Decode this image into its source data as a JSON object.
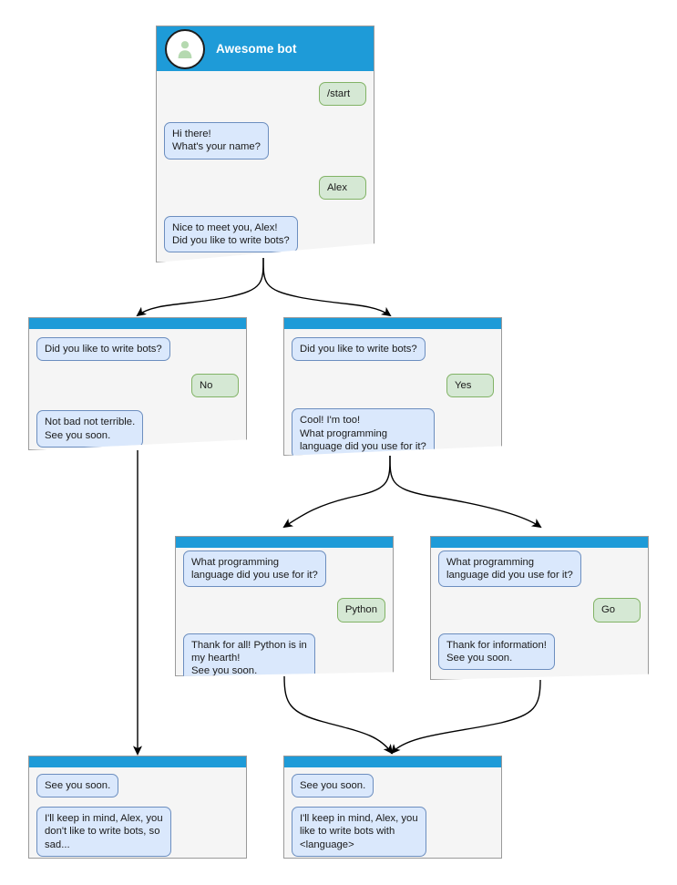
{
  "meta": {
    "title": "Awesome bot",
    "colors": {
      "header_blue": "#1e9bd8",
      "node_bg": "#f5f5f5",
      "node_border": "#9a9a9a",
      "bot_bubble_fill": "#dae8fc",
      "bot_bubble_border": "#6c8ebf",
      "user_bubble_fill": "#d5e8d4",
      "user_bubble_border": "#82b366",
      "edge_stroke": "#000000",
      "page_bg": "#ffffff"
    }
  },
  "nodes": {
    "root": {
      "header_title": "Awesome bot",
      "avatar_icon": "person-avatar-icon",
      "messages": [
        {
          "side": "right",
          "author": "user",
          "text": "/start"
        },
        {
          "side": "left",
          "author": "bot",
          "text": "Hi there!\nWhat's your name?"
        },
        {
          "side": "right",
          "author": "user",
          "text": "Alex"
        },
        {
          "side": "left",
          "author": "bot",
          "text": "Nice to meet you, Alex!\nDid you like to write bots?"
        }
      ]
    },
    "no_branch": {
      "messages": [
        {
          "side": "left",
          "author": "bot",
          "text": "Did you like to write bots?"
        },
        {
          "side": "right",
          "author": "user",
          "text": "No"
        },
        {
          "side": "left",
          "author": "bot",
          "text": "Not bad not terrible.\nSee you soon."
        }
      ]
    },
    "yes_branch": {
      "messages": [
        {
          "side": "left",
          "author": "bot",
          "text": "Did you like to write bots?"
        },
        {
          "side": "right",
          "author": "user",
          "text": "Yes"
        },
        {
          "side": "left",
          "author": "bot",
          "text": "Cool! I'm too!\nWhat programming\nlanguage did you use for it?"
        }
      ]
    },
    "python_branch": {
      "messages": [
        {
          "side": "left",
          "author": "bot",
          "text": "What programming\nlanguage did you use for it?"
        },
        {
          "side": "right",
          "author": "user",
          "text": "Python"
        },
        {
          "side": "left",
          "author": "bot",
          "text": "Thank for all! Python is in\nmy hearth!\nSee you soon."
        }
      ]
    },
    "go_branch": {
      "messages": [
        {
          "side": "left",
          "author": "bot",
          "text": "What programming\nlanguage did you use for it?"
        },
        {
          "side": "right",
          "author": "user",
          "text": "Go"
        },
        {
          "side": "left",
          "author": "bot",
          "text": "Thank for information!\nSee you soon."
        }
      ]
    },
    "end_sad": {
      "messages": [
        {
          "side": "left",
          "author": "bot",
          "text": "See you soon."
        },
        {
          "side": "left",
          "author": "bot",
          "text": "I'll keep in mind, Alex, you\ndon't like to write bots, so\nsad..."
        }
      ]
    },
    "end_happy": {
      "messages": [
        {
          "side": "left",
          "author": "bot",
          "text": "See you soon."
        },
        {
          "side": "left",
          "author": "bot",
          "text": "I'll keep in mind, Alex, you\nlike to write bots with\n<language>"
        }
      ]
    }
  }
}
